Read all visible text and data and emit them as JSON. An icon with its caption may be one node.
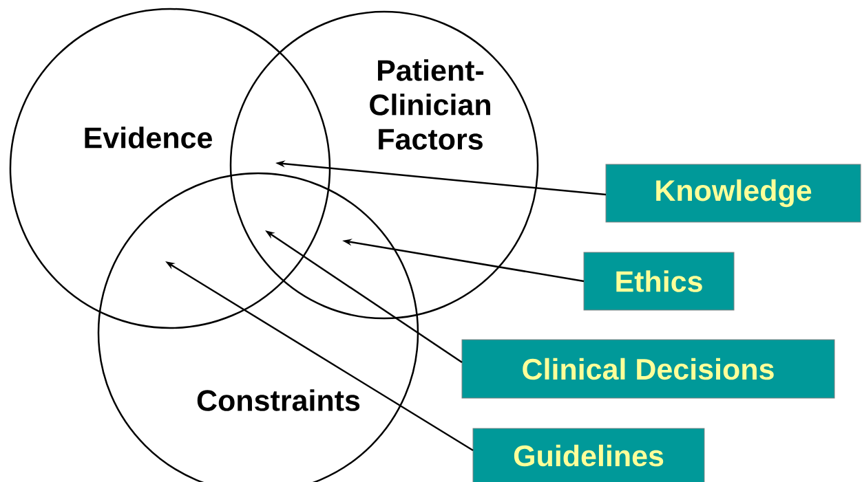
{
  "diagram": {
    "nodes": [
      {
        "text": [
          "Evidence"
        ]
      },
      {
        "text": [
          "Patient-Clinician Factors"
        ]
      },
      {
        "text": [
          "Constraints"
        ]
      },
      {
        "text": [
          "Knowledge"
        ]
      },
      {
        "text": [
          "Ethics"
        ]
      },
      {
        "text": [
          "Clinical Decisions"
        ]
      },
      {
        "text": [
          "Guidelines"
        ]
      }
    ],
    "edges": [
      {
        "from": 3,
        "to": 1,
        "arrow": "to"
      },
      {
        "from": 4,
        "to": 1,
        "arrow": "to"
      },
      {
        "from": 5,
        "to": 1,
        "arrow": "to"
      },
      {
        "from": 6,
        "to": 0,
        "arrow": "to"
      }
    ]
  }
}
